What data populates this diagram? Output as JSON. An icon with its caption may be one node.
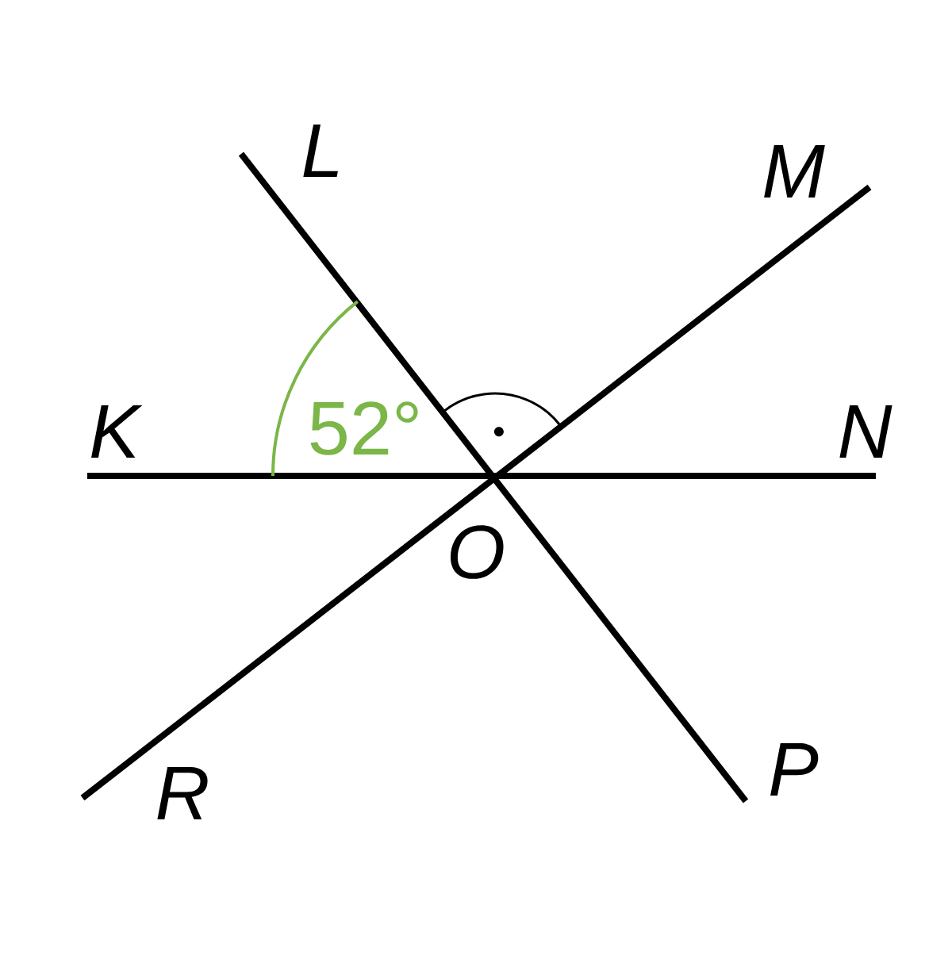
{
  "diagram": {
    "labels": [
      "L",
      "M",
      "K",
      "52°",
      "N",
      "O",
      "P",
      "R"
    ]
  }
}
